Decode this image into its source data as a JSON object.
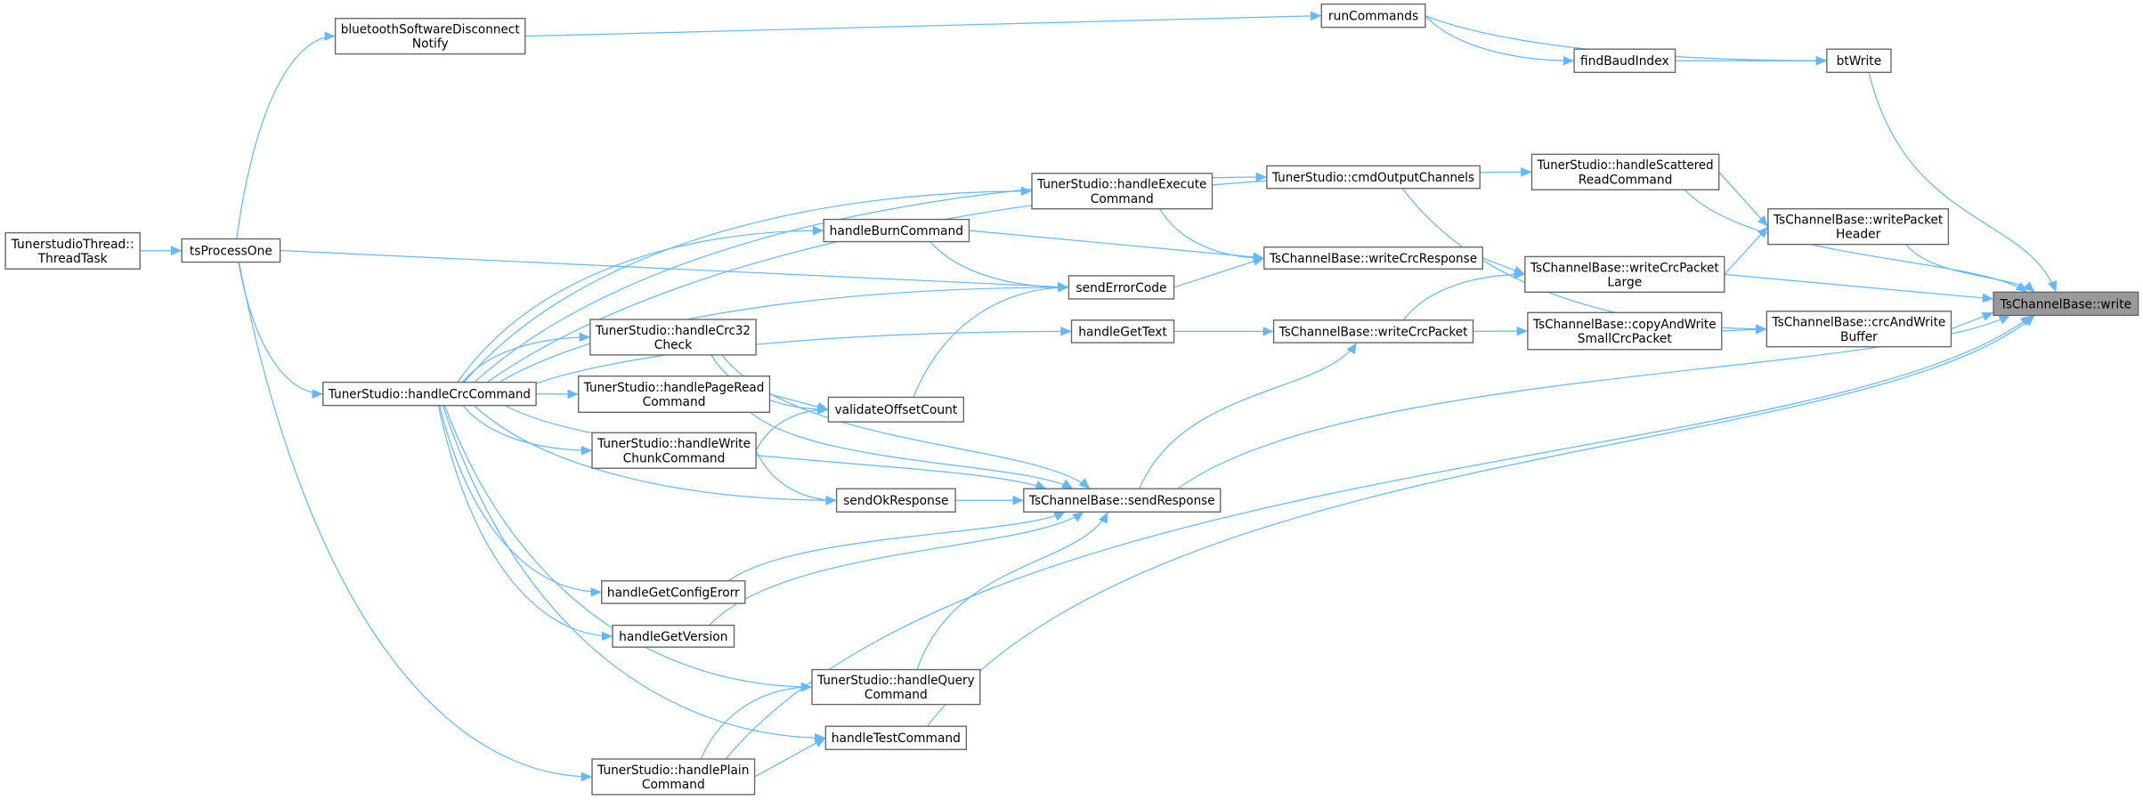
{
  "title": "TsChannelBase::write caller graph",
  "colors": {
    "edge": "#63b8ff",
    "node_border": "#666666",
    "root_fill": "#999999",
    "node_fill": "#ffffff"
  },
  "nodes": {
    "threadTask": [
      "TunerstudioThread::",
      "ThreadTask"
    ],
    "tsProcessOne": [
      "tsProcessOne"
    ],
    "bluetooth": [
      "bluetoothSoftwareDisconnect",
      "Notify"
    ],
    "runCommands": [
      "runCommands"
    ],
    "findBaudIndex": [
      "findBaudIndex"
    ],
    "btWrite": [
      "btWrite"
    ],
    "scattered": [
      "TunerStudio::handleScattered",
      "ReadCommand"
    ],
    "cmdOutput": [
      "TunerStudio::cmdOutputChannels"
    ],
    "execute": [
      "TunerStudio::handleExecute",
      "Command"
    ],
    "packetHeader": [
      "TsChannelBase::writePacket",
      "Header"
    ],
    "burn": [
      "handleBurnCommand"
    ],
    "crcResponse": [
      "TsChannelBase::writeCrcResponse"
    ],
    "crcPacketLarge": [
      "TsChannelBase::writeCrcPacket",
      "Large"
    ],
    "sendErrorCode": [
      "sendErrorCode"
    ],
    "write": [
      "TsChannelBase::write"
    ],
    "crcAndWrite": [
      "TsChannelBase::crcAndWrite",
      "Buffer"
    ],
    "copyAndWrite": [
      "TsChannelBase::copyAndWrite",
      "SmallCrcPacket"
    ],
    "writeCrcPacket": [
      "TsChannelBase::writeCrcPacket"
    ],
    "getText": [
      "handleGetText"
    ],
    "crc32": [
      "TunerStudio::handleCrc32",
      "Check"
    ],
    "crcCommand": [
      "TunerStudio::handleCrcCommand"
    ],
    "pageRead": [
      "TunerStudio::handlePageRead",
      "Command"
    ],
    "validate": [
      "validateOffsetCount"
    ],
    "writeChunk": [
      "TunerStudio::handleWrite",
      "ChunkCommand"
    ],
    "sendOk": [
      "sendOkResponse"
    ],
    "sendResponse": [
      "TsChannelBase::sendResponse"
    ],
    "configErr": [
      "handleGetConfigErorr"
    ],
    "version": [
      "handleGetVersion"
    ],
    "query": [
      "TunerStudio::handleQuery",
      "Command"
    ],
    "test": [
      "handleTestCommand"
    ],
    "plain": [
      "TunerStudio::handlePlain",
      "Command"
    ]
  },
  "root": "write",
  "edges": [
    [
      "threadTask",
      "tsProcessOne"
    ],
    [
      "tsProcessOne",
      "bluetooth"
    ],
    [
      "tsProcessOne",
      "crcCommand"
    ],
    [
      "tsProcessOne",
      "plain"
    ],
    [
      "tsProcessOne",
      "sendErrorCode"
    ],
    [
      "bluetooth",
      "runCommands"
    ],
    [
      "runCommands",
      "findBaudIndex"
    ],
    [
      "runCommands",
      "btWrite"
    ],
    [
      "findBaudIndex",
      "btWrite"
    ],
    [
      "btWrite",
      "write"
    ],
    [
      "crcCommand",
      "scattered"
    ],
    [
      "crcCommand",
      "cmdOutput"
    ],
    [
      "crcCommand",
      "execute"
    ],
    [
      "crcCommand",
      "burn"
    ],
    [
      "crcCommand",
      "sendErrorCode"
    ],
    [
      "crcCommand",
      "getText"
    ],
    [
      "crcCommand",
      "crc32"
    ],
    [
      "crcCommand",
      "pageRead"
    ],
    [
      "crcCommand",
      "writeChunk"
    ],
    [
      "crcCommand",
      "sendOk"
    ],
    [
      "crcCommand",
      "sendResponse"
    ],
    [
      "crcCommand",
      "configErr"
    ],
    [
      "crcCommand",
      "version"
    ],
    [
      "crcCommand",
      "query"
    ],
    [
      "crcCommand",
      "test"
    ],
    [
      "scattered",
      "packetHeader"
    ],
    [
      "scattered",
      "write"
    ],
    [
      "cmdOutput",
      "crcAndWrite"
    ],
    [
      "execute",
      "crcResponse"
    ],
    [
      "burn",
      "crcResponse"
    ],
    [
      "burn",
      "sendErrorCode"
    ],
    [
      "sendErrorCode",
      "crcResponse"
    ],
    [
      "crcResponse",
      "crcPacketLarge"
    ],
    [
      "getText",
      "writeCrcPacket"
    ],
    [
      "writeCrcPacket",
      "crcPacketLarge"
    ],
    [
      "writeCrcPacket",
      "copyAndWrite"
    ],
    [
      "crcPacketLarge",
      "packetHeader"
    ],
    [
      "crcPacketLarge",
      "write"
    ],
    [
      "packetHeader",
      "write"
    ],
    [
      "copyAndWrite",
      "crcAndWrite"
    ],
    [
      "crcAndWrite",
      "write"
    ],
    [
      "crc32",
      "validate"
    ],
    [
      "crc32",
      "sendResponse"
    ],
    [
      "pageRead",
      "validate"
    ],
    [
      "pageRead",
      "sendResponse"
    ],
    [
      "writeChunk",
      "validate"
    ],
    [
      "writeChunk",
      "sendOk"
    ],
    [
      "validate",
      "sendErrorCode"
    ],
    [
      "sendOk",
      "sendResponse"
    ],
    [
      "sendResponse",
      "writeCrcPacket"
    ],
    [
      "sendResponse",
      "write"
    ],
    [
      "configErr",
      "sendResponse"
    ],
    [
      "version",
      "sendResponse"
    ],
    [
      "query",
      "sendResponse"
    ],
    [
      "test",
      "write"
    ],
    [
      "plain",
      "query"
    ],
    [
      "plain",
      "test"
    ],
    [
      "plain",
      "write"
    ]
  ]
}
